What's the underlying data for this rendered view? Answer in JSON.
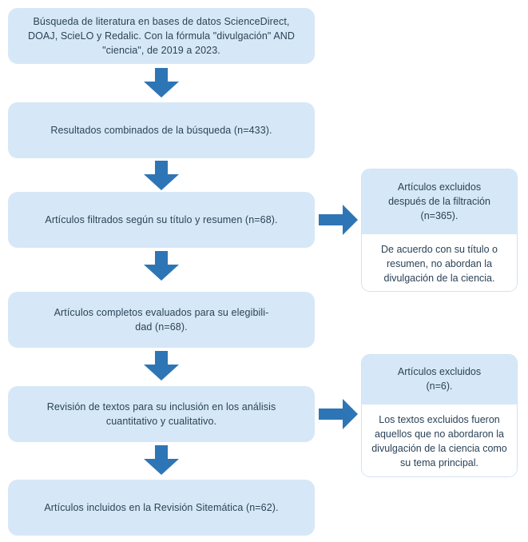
{
  "diagram": {
    "title": "PRISMA-style literature selection flow diagram",
    "accent_blue": "#2e75b6",
    "box_fill": "#d6e8f7",
    "text_color": "#2b4257",
    "flow_boxes": [
      {
        "id": "search",
        "text": "Búsqueda de literatura en bases de datos ScienceDirect, DOAJ, ScieLO y Redalic. Con la fórmula \"divulgación\" AND \"ciencia\", de 2019 a 2023."
      },
      {
        "id": "combined-results",
        "text": "Resultados combinados de la búsqueda (n=433).",
        "n": 433
      },
      {
        "id": "filtered-articles",
        "text": "Artículos filtrados según su título y resumen (n=68).",
        "n": 68
      },
      {
        "id": "full-text-eligibility",
        "text": "Artículos completos evaluados para su elegibili-\ndad (n=68).",
        "n": 68
      },
      {
        "id": "text-review",
        "text": "Revisión de textos para su inclusión en los análisis cuantitativo y cualitativo."
      },
      {
        "id": "included-articles",
        "text": "Artículos incluidos en la Revisión Sitemática (n=62).",
        "n": 62
      }
    ],
    "side_boxes": [
      {
        "id": "excluded-after-filtering",
        "header": "Artículos excluidos\ndespués de la filtración\n(n=365).",
        "body": "De acuerdo con su título o resumen, no abordan la divulgación de la ciencia.",
        "n": 365
      },
      {
        "id": "excluded-texts",
        "header": "Artículos excluidos\n(n=6).",
        "body": "Los textos excluidos fueron aquellos que no abordaron la divulgación de la ciencia como su tema principal.",
        "n": 6
      }
    ],
    "arrows": [
      {
        "id": "arrow-down-1",
        "direction": "down"
      },
      {
        "id": "arrow-down-2",
        "direction": "down"
      },
      {
        "id": "arrow-down-3",
        "direction": "down"
      },
      {
        "id": "arrow-down-4",
        "direction": "down"
      },
      {
        "id": "arrow-down-5",
        "direction": "down"
      },
      {
        "id": "arrow-right-1",
        "direction": "right"
      },
      {
        "id": "arrow-right-2",
        "direction": "right"
      }
    ]
  }
}
